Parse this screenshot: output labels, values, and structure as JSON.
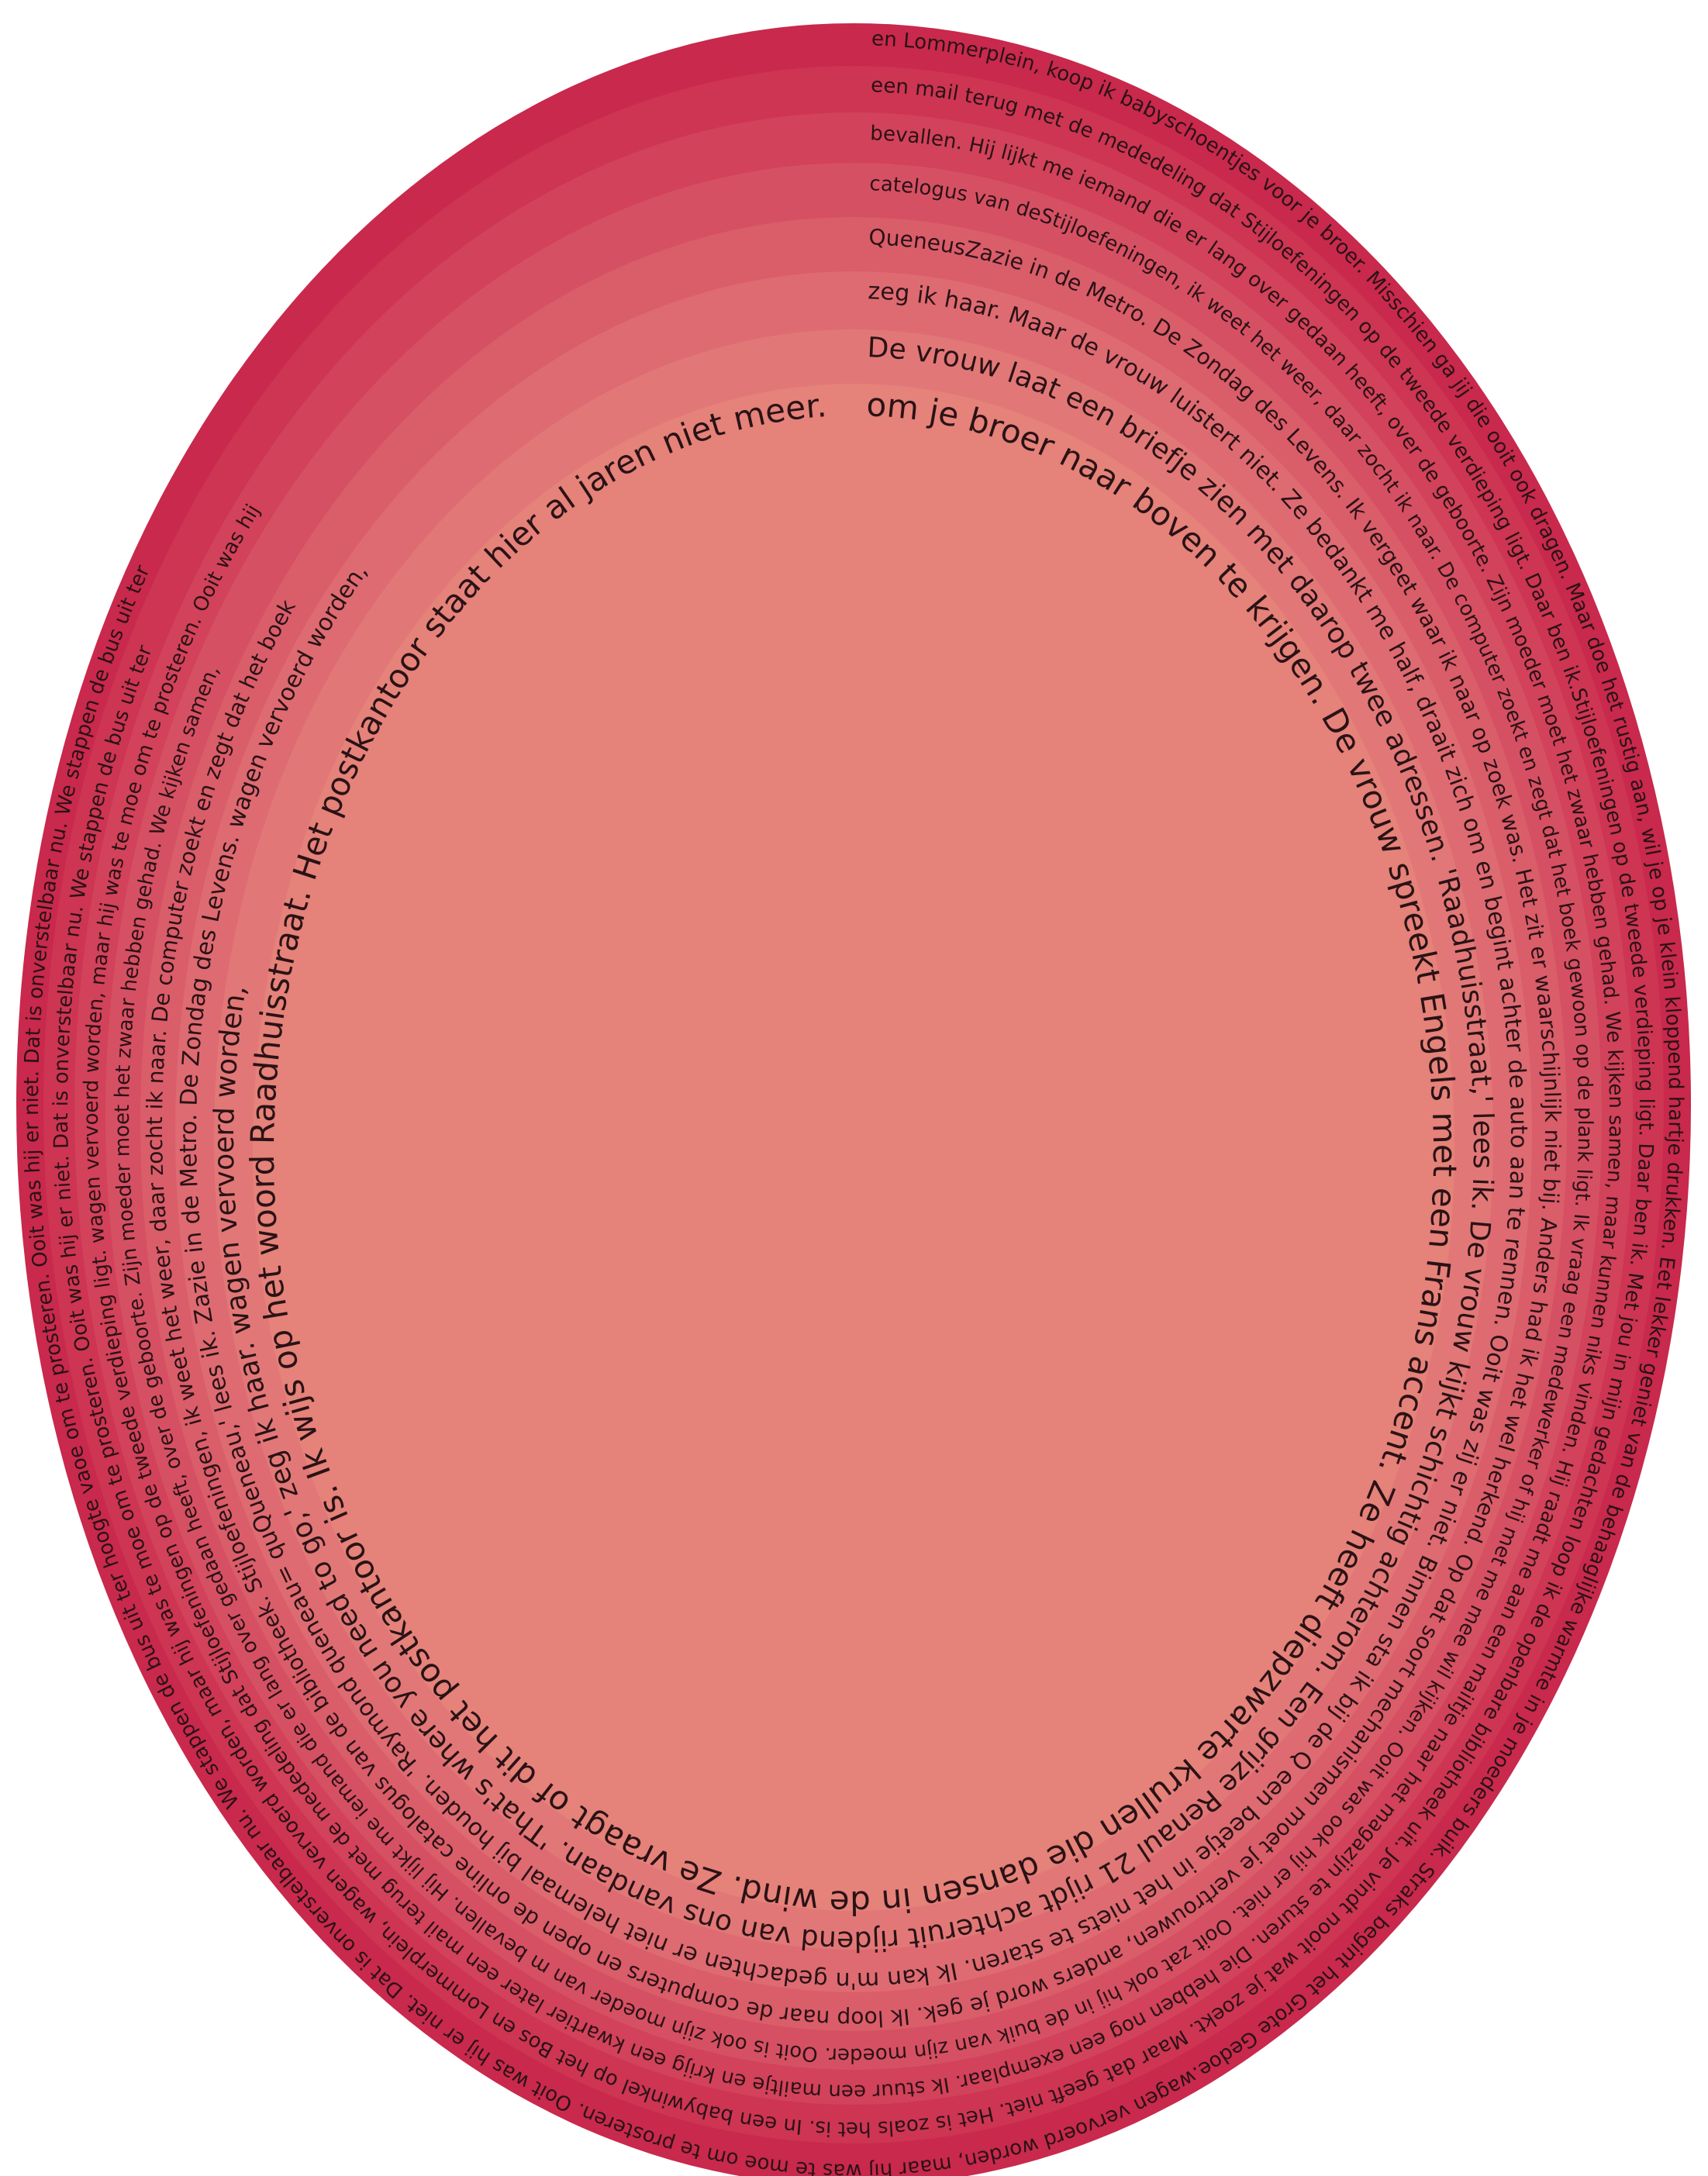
{
  "colors": {
    "background": "#ffffff",
    "rings": [
      "#c8294c",
      "#cd3553",
      "#d2425a",
      "#d65063",
      "#da5d6a",
      "#de6b72",
      "#e17877",
      "#e58279"
    ],
    "text": "#2a1216"
  },
  "rings": [
    {
      "id": "ring-1",
      "text": "en Lommerplein, koop ik babyschoentjes voor je broer. Misschien ga jij die ooit ook dragen. Maar doe het rustig aan, wil je op je klein kloppend hartje drukken. Eet lekker geniet van de behaaglijke warmte in je moeders buik. Straks begint het Grote Gedoe.wagen vervoerd worden, maar hij was te moe om te prosteren. Ooit was hij er niet. Dat is onverstelbaar nu. We stappen de bus uit ter hoogte vaoe om te prosteren. Ooit was hij er niet. Dat is onverstelbaar nu. We stappen de bus uit ter"
    },
    {
      "id": "ring-2",
      "text": "een mail terug met de mededeling dat Stijloefeningen op de tweede verdieping ligt. Daar ben ik.Stijloefeningen op de tweede verdieping ligt. Daar ben ik. Met jou in mijn gedachten loop ik de openbare bibliotheek uit. Je vindt nooit wat je zoekt. Maar dat geeft niet. Het is zoals het is. In een babywinkel op het Bos en Lommerplein, wagen vervoerd worden, maar hij was te moe om te prosteren. Ooit was hij er niet. Dat is onverstelbaar nu. We stappen de bus uit ter"
    },
    {
      "id": "ring-3",
      "text": "bevallen. Hij lijkt me iemand die er lang over gedaan heeft, over de geboorte. Zijn moeder moet het zwaar hebben gehad. We kijken samen, maar kunnen niks vinden. Hij raadt me aan een mailtje naar het magazijn te sturen. Die hebben nog een exemplaar. Ik stuur een mailtje en krijg een kwartier later een mail terug met de mededeling dat Stijloefeningen op de tweede verdieping ligt. wagen vervoerd worden, maar hij was te moe om te prosteren. Ooit was hij"
    },
    {
      "id": "ring-4",
      "text": "catelogus  van deStijloefeningen, ik weet het weer, daar zocht ik naar. De computer zoekt en zegt dat het boek gewoon op de plank ligt. Ik vraag een medewerker of hij met me mee wil kijken. Ooit was ook hij er niet. Ooit zat ook hij in de buik van zijn moeder. Ooit is ook zijn moeder van m bevallen. Hij lijkt me iemand die er lang over gedaan heeft, over de geboorte. Zijn moeder moet het zwaar hebben gehad. We kijken samen,"
    },
    {
      "id": "ring-5",
      "text": "QueneusZazie in de Metro. De Zondag des Levens. Ik vergeet waar ik naar op zoek was. Het zit er waarschijnlijk niet bij. Anders had ik het wel herkend. Op dat soort mechanismen moet je vertrouwen, anders word je gek. Ik loop naar de computers en open de online catalogus van de bibliotheek. Stijloefeningen, ik weet het weer, daar zocht ik naar. De computer zoekt en zegt dat het boek"
    },
    {
      "id": "ring-6",
      "text": "zeg ik haar. Maar de vrouw luistert niet. Ze bedankt me half, draait zich om en begint achter de auto aan te rennen. Ooit was zij er niet. Binnen sta ik bij de Q een beetje in het niets te staren. Ik kan m'n gedachten er niet helemaal bij houden. 'Raymond queneau= quQueneau,' lees ik. Zazie in de Metro. De Zondag des Levens.  wagen vervoerd worden,"
    },
    {
      "id": "ring-7",
      "text": "De vrouw laat een briefje zien met daarop twee adressen. 'Raadhuisstraat,' lees ik. De vrouw kijkt schichtig achterom. Een grijze Renaul 21 rijdt achteruit rijdend van ons vandaan. 'That's where you need to go,' zeg ik haar. wagen vervoerd worden,"
    },
    {
      "id": "ring-8",
      "text": "om je broer naar boven te krijgen. De vrouw spreekt Engels met een Frans accent. Ze heeft diepzwarte krullen die dansen in de wind. Ze vraagt of dit het postkantoor is. Ik wijs op het woord Raadhuisstraat. Het postkantoor staat hier al jaren niet meer."
    }
  ]
}
